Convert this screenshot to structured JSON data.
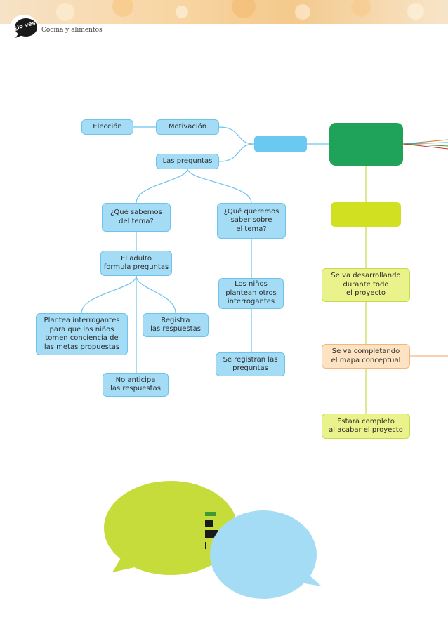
{
  "header": {
    "logo_text": "¿lo ves?",
    "section": "Cocina y alimentos"
  },
  "colors": {
    "node_blue": "#a5dcf5",
    "hub_blue": "#6bc8f1",
    "hub_green": "#1fa25a",
    "hub_lime": "#d1e122",
    "node_lime": "#eaf28c",
    "node_peach": "#fde3c2",
    "bubble_green": "#c5dc3a",
    "bubble_blue": "#a5dcf5"
  },
  "map": {
    "eleccion": "Elección",
    "motivacion": "Motivación",
    "preguntas": "Las preguntas",
    "que_sabemos": "¿Qué sabemos\ndel tema?",
    "que_queremos": "¿Qué queremos\nsaber sobre\nel tema?",
    "adulto": "El adulto\nformula preguntas",
    "plantea": "Plantea interrogantes\npara que los niños\ntomen conciencia de\nlas metas propuestas",
    "registra": "Registra\nlas respuestas",
    "no_anticipa": "No anticipa\nlas respuestas",
    "ninos": "Los niños\nplantean otros\ninterrogantes",
    "se_registran": "Se registran las\npreguntas",
    "desarrollando": "Se va desarrollando\ndurante todo\nel proyecto",
    "completando": "Se va completando\nel mapa conceptual",
    "completo": "Estará completo\nal acabar el proyecto"
  }
}
